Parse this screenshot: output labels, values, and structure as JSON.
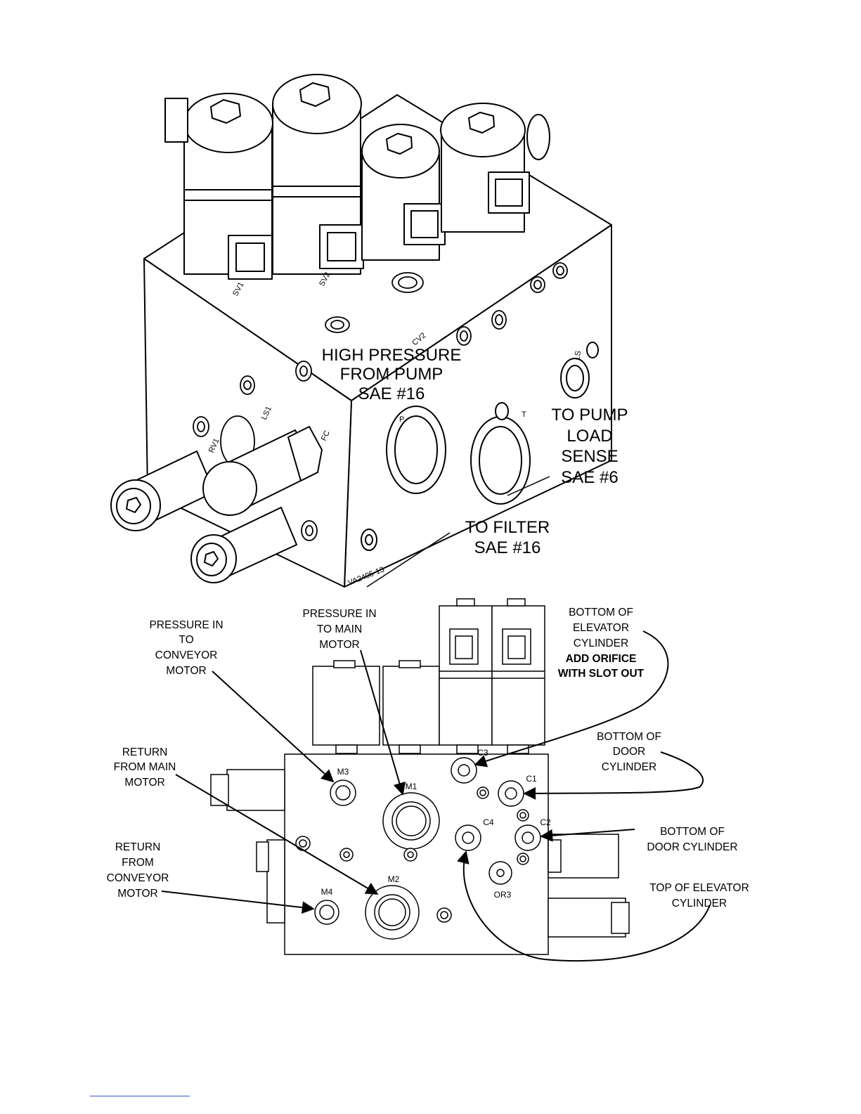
{
  "top_view": {
    "callouts": {
      "high_pressure": [
        "HIGH PRESSURE",
        "FROM PUMP",
        "SAE #16"
      ],
      "load_sense": [
        "TO PUMP",
        "LOAD",
        "SENSE",
        "SAE #6"
      ],
      "filter": [
        "TO FILTER",
        "SAE #16"
      ]
    },
    "stamped_labels": {
      "sv1": "SV1",
      "sv2": "SV2",
      "cv2": "CV2",
      "ls": "LS",
      "p": "P",
      "t": "T",
      "ls1": "LS1",
      "rv1": "RV1",
      "fc": "FC",
      "part_no": "VA2405-13"
    }
  },
  "bottom_view": {
    "callouts": {
      "conveyor_in": [
        "PRESSURE IN",
        "TO",
        "CONVEYOR",
        "MOTOR"
      ],
      "main_in": [
        "PRESSURE IN",
        "TO MAIN",
        "MOTOR"
      ],
      "elevator_bottom": [
        "BOTTOM OF",
        "ELEVATOR",
        "CYLINDER"
      ],
      "orifice_note": [
        "ADD ORIFICE",
        "WITH SLOT OUT"
      ],
      "door_bottom_1": [
        "BOTTOM OF",
        "DOOR",
        "CYLINDER"
      ],
      "return_main": [
        "RETURN",
        "FROM MAIN",
        "MOTOR"
      ],
      "door_bottom_2": [
        "BOTTOM OF",
        "DOOR CYLINDER"
      ],
      "return_conveyor": [
        "RETURN",
        "FROM",
        "CONVEYOR",
        "MOTOR"
      ],
      "elevator_top": [
        "TOP OF ELEVATOR",
        "CYLINDER"
      ]
    },
    "ports": {
      "m1": "M1",
      "m2": "M2",
      "m3": "M3",
      "m4": "M4",
      "c1": "C1",
      "c2": "C2",
      "c3": "C3",
      "c4": "C4",
      "or3": "OR3"
    }
  }
}
